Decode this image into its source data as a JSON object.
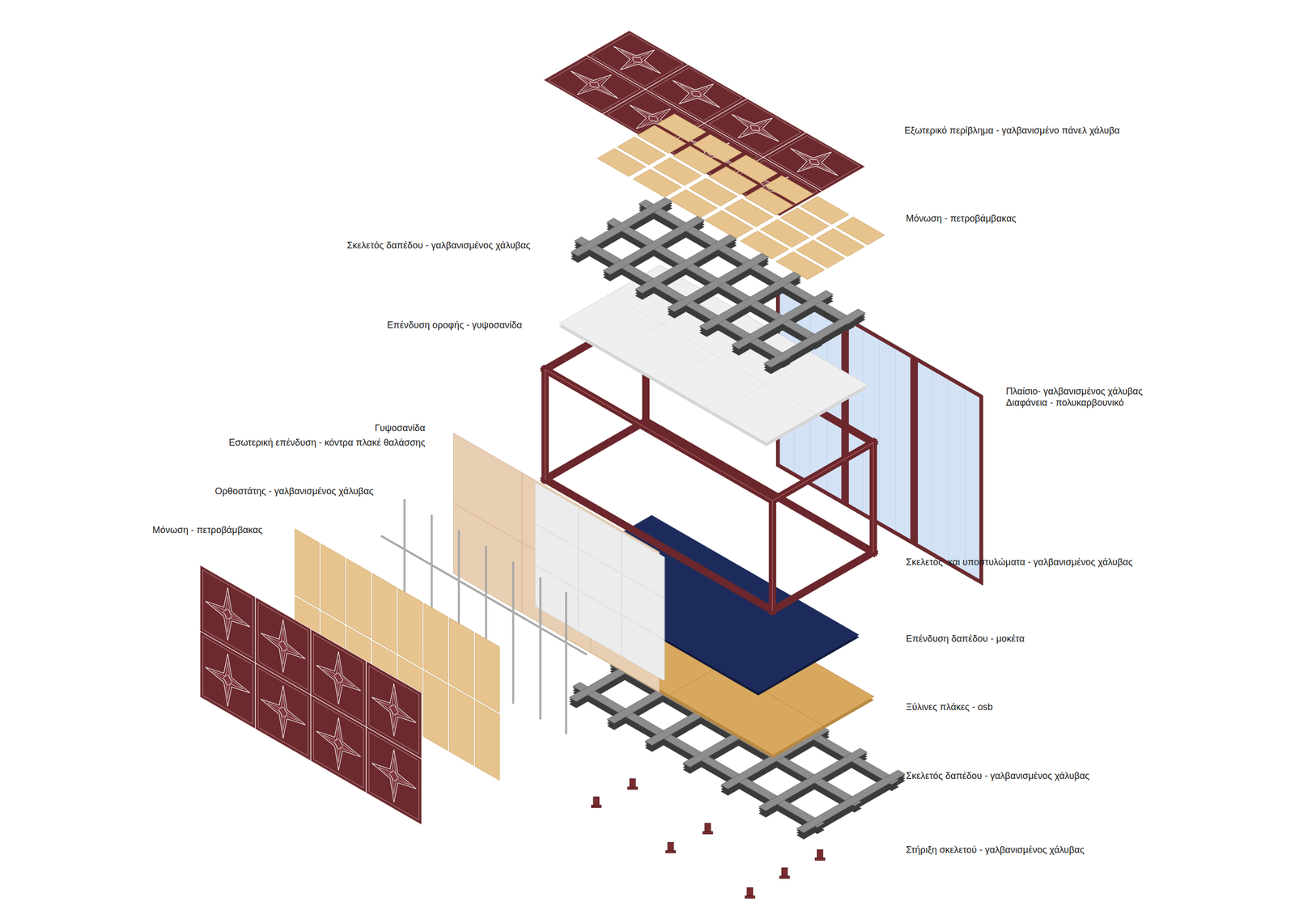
{
  "diagram": {
    "labels": [
      "Εξωτερικό περίβλημα - γαλβανισμένο πάνελ χάλυβα",
      "Μόνωση - πετροβάμβακας",
      "Σκελετός δαπέδου - γαλβανισμένος χάλυβας",
      "Επένδυση οροφής - γυψοσανίδα",
      "Πλαίσιο- γαλβανισμένος χάλυβας",
      "Διαφάνεια - πολυκαρβουνικό",
      "Γυψοσανίδα",
      "Εσωτερική επένδυση - κόντρα πλακέ θαλάσσης",
      "Ορθοστάτης - γαλβανισμένος χάλυβας",
      "Μόνωση - πετροβάμβακας",
      "Σκελετός  και υποστυλώματα - γαλβανισμένος χάλυβας",
      "Επένδυση δαπέδου - μοκέτα",
      "Ξύλινες πλάκες - osb",
      "Σκελετός δαπέδου - γαλβανισμένος χάλυβας",
      "Στήριξη σκελετού - γαλβανισμένος χάλυβας"
    ]
  }
}
